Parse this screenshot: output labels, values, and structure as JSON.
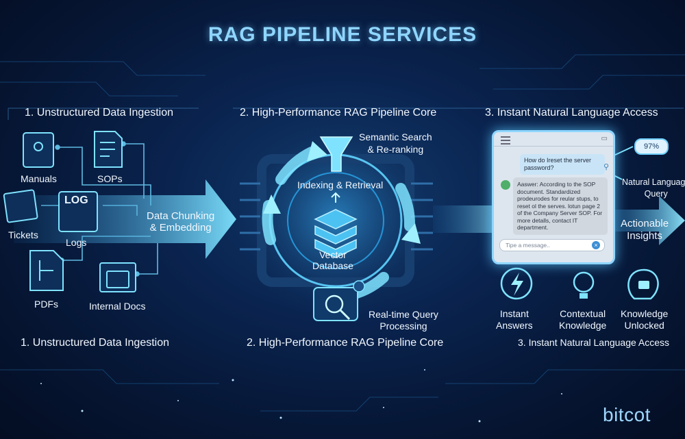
{
  "title": "RAG PIPELINE SERVICES",
  "sections": {
    "ingest": "1. Unstructured Data Ingestion",
    "core": "2. High-Performance RAG Pipeline Core",
    "access": "3. Instant Natural Language Access"
  },
  "footer_sections": {
    "ingest": "1. Unstructured Data Ingestion",
    "core": "2. High-Performance RAG Pipeline Core",
    "access": "3. Instant Natural Language Access"
  },
  "sources": {
    "manuals": "Manuals",
    "sops": "SOPs",
    "log_badge": "LOG",
    "tickets": "Tickets",
    "logs": "Logs",
    "pdfs": "PDFs",
    "internal_docs": "Internal Docs"
  },
  "flow": {
    "chunking_line1": "Data Chunking",
    "chunking_line2": "& Embedding",
    "semantic_line1": "Semantic Search",
    "semantic_line2": "& Re-ranking",
    "indexing": "Indexing & Retrieval",
    "vector_line1": "Vector",
    "vector_line2": "Database",
    "realtime_line1": "Real-time Query",
    "realtime_line2": "Processing",
    "nl_query_line1": "Natural Language",
    "nl_query_line2": "Query",
    "insights_line1": "Actionable",
    "insights_line2": "Insights"
  },
  "chat": {
    "question": "How do Ireset the server password?",
    "answer": "Aaswer: According to the SOP document. Standardized prodeurodes for reular stups, to reset ol the serves. lotun page 2 of the Company Server SOP. For more detalls, contact IT department.",
    "input_placeholder": "Tipe a message..",
    "send_icon": "×",
    "confidence": "97%"
  },
  "benefits": {
    "instant_line1": "Instant",
    "instant_line2": "Answers",
    "contextual_line1": "Contextual",
    "contextual_line2": "Knowledge",
    "unlocked_line1": "Knowledge",
    "unlocked_line2": "Unlocked"
  },
  "brand": "bitcot",
  "colors": {
    "background": "#071634",
    "accent": "#5fd4ff",
    "glow": "#8fd6ff",
    "text": "#f2f8ff"
  }
}
